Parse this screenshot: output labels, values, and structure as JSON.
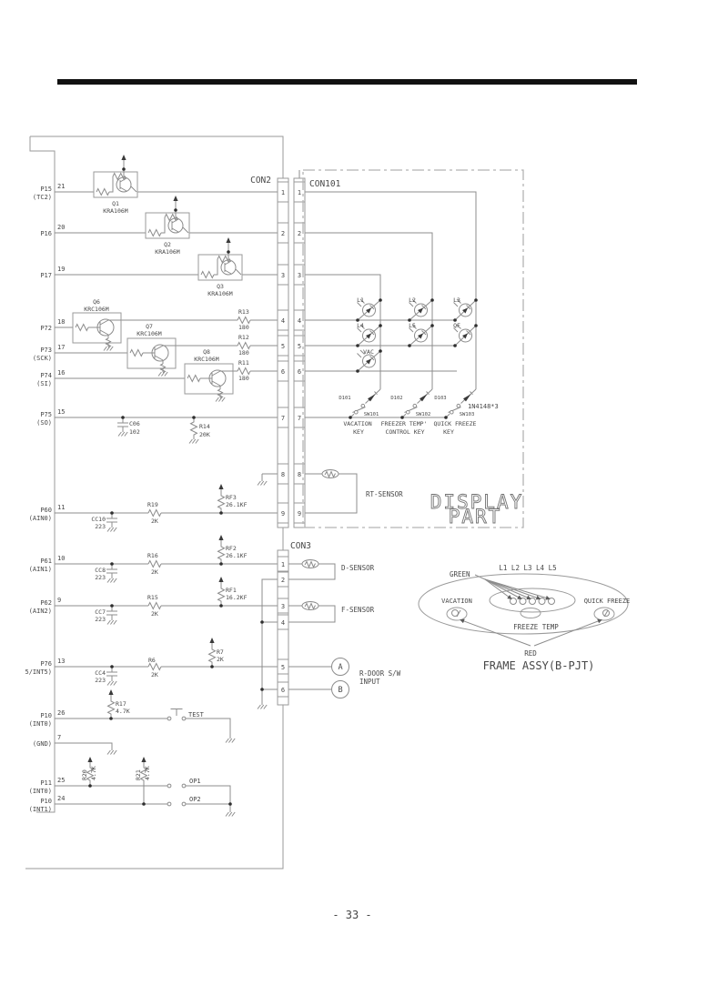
{
  "page": {
    "number": "- 33 -"
  },
  "headers": {
    "con2": "CON2",
    "con101": "CON101",
    "con3": "CON3",
    "display_line1": "DISPLAY",
    "display_line2": "PART"
  },
  "mcu_pins": [
    {
      "l1": "P15",
      "l2": "(TC2)",
      "num": "21"
    },
    {
      "l1": "P16",
      "l2": "",
      "num": "20"
    },
    {
      "l1": "P17",
      "l2": "",
      "num": "19"
    },
    {
      "l1": "P72",
      "l2": "",
      "num": "18"
    },
    {
      "l1": "P73",
      "l2": "(SCK)",
      "num": "17"
    },
    {
      "l1": "P74",
      "l2": "(SI)",
      "num": "16"
    },
    {
      "l1": "P75",
      "l2": "(SO)",
      "num": "15"
    },
    {
      "l1": "P60",
      "l2": "(AIN0)",
      "num": "11"
    },
    {
      "l1": "P61",
      "l2": "(AIN1)",
      "num": "10"
    },
    {
      "l1": "P62",
      "l2": "(AIN2)",
      "num": "9"
    },
    {
      "l1": "P76",
      "l2": "5/INT5)",
      "num": "13"
    },
    {
      "l1": "P10",
      "l2": "(INT0)",
      "num": "26"
    },
    {
      "l1": "(GND)",
      "l2": "",
      "num": "7"
    },
    {
      "l1": "P11",
      "l2": "(INT0)",
      "num": "25"
    },
    {
      "l1": "P10",
      "l2": "(INT1)",
      "num": "24"
    }
  ],
  "con2_pins": [
    "1",
    "2",
    "3",
    "4",
    "5",
    "6",
    "7",
    "8",
    "9"
  ],
  "con101_pins": [
    "1",
    "2",
    "3",
    "4",
    "5",
    "6",
    "7",
    "8",
    "9"
  ],
  "con3_pins": [
    "1",
    "2",
    "3",
    "4",
    "5",
    "6"
  ],
  "transistors": [
    {
      "ref": "Q1",
      "part": "KRA106M"
    },
    {
      "ref": "Q2",
      "part": "KRA106M"
    },
    {
      "ref": "Q3",
      "part": "KRA106M"
    },
    {
      "ref": "Q6",
      "part": "KRC106M"
    },
    {
      "ref": "Q7",
      "part": "KRC106M"
    },
    {
      "ref": "Q8",
      "part": "KRC106M"
    }
  ],
  "resistors": [
    {
      "ref": "R13",
      "val": "180"
    },
    {
      "ref": "R12",
      "val": "180"
    },
    {
      "ref": "R11",
      "val": "180"
    },
    {
      "ref": "R14",
      "val": "20K"
    },
    {
      "ref": "R19",
      "val": "2K"
    },
    {
      "ref": "RF3",
      "val": "26.1KF"
    },
    {
      "ref": "R16",
      "val": "2K"
    },
    {
      "ref": "RF2",
      "val": "26.1KF"
    },
    {
      "ref": "R15",
      "val": "2K"
    },
    {
      "ref": "RF1",
      "val": "16.2KF"
    },
    {
      "ref": "R6",
      "val": "2K"
    },
    {
      "ref": "R7",
      "val": "2K"
    },
    {
      "ref": "R17",
      "val": "4.7K"
    },
    {
      "ref": "R20",
      "val": "4.7K"
    },
    {
      "ref": "R21",
      "val": "4.7K"
    }
  ],
  "capacitors": [
    {
      "ref": "C06",
      "val": "102"
    },
    {
      "ref": "CC10",
      "val": "223"
    },
    {
      "ref": "CC8",
      "val": "223"
    },
    {
      "ref": "CC7",
      "val": "223"
    },
    {
      "ref": "CC4",
      "val": "223"
    }
  ],
  "leds": [
    "L1",
    "L2",
    "L3",
    "L4",
    "L5",
    "QF",
    "VAC"
  ],
  "keys": [
    {
      "diode": "D101",
      "sw": "SW101",
      "line1": "VACATION",
      "line2": "KEY"
    },
    {
      "diode": "D102",
      "sw": "SW102",
      "line1": "FREEZER TEMP'",
      "line2": "CONTROL KEY"
    },
    {
      "diode": "D103",
      "sw": "SW103",
      "line1": "QUICK FREEZE",
      "line2": "KEY"
    }
  ],
  "diode_note": "1N4148*3",
  "sensors": {
    "rt": "RT-SENSOR",
    "d": "D-SENSOR",
    "f": "F-SENSOR"
  },
  "rdoor": {
    "a": "A",
    "b": "B",
    "line1": "R-DOOR S/W",
    "line2": "INPUT"
  },
  "misc": {
    "test": "TEST",
    "op1": "OP1",
    "op2": "OP2"
  },
  "frame": {
    "green": "GREEN",
    "led_row": "L1 L2 L3 L4 L5",
    "vacation": "VACATION",
    "quick_freeze": "QUICK FREEZE",
    "freeze_temp": "FREEZE TEMP",
    "red": "RED",
    "title": "FRAME ASSY(B-PJT)"
  }
}
